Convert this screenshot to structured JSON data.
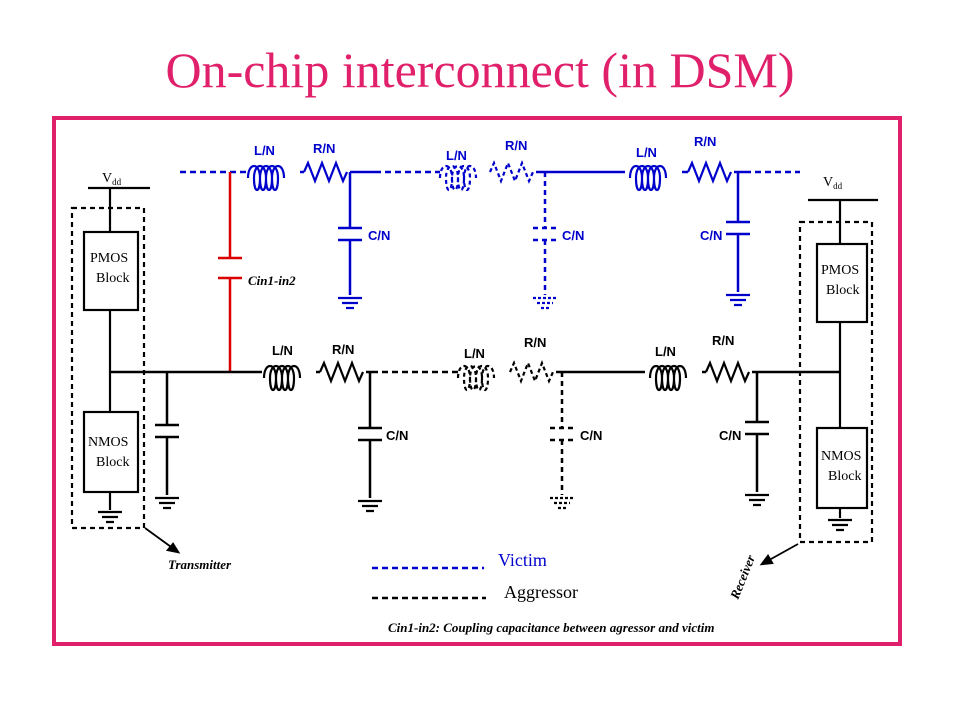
{
  "title": "On-chip interconnect (in DSM)",
  "labels": {
    "vdd_v": "V",
    "vdd_sub": "dd",
    "pmos_line1": "PMOS",
    "pmos_line2": "Block",
    "nmos_line1": "NMOS",
    "nmos_line2": "Block",
    "inductor": "L/N",
    "resistor": "R/N",
    "capacitor": "C/N",
    "coupling": "Cin1-in2",
    "transmitter": "Transmitter",
    "receiver": "Receiver"
  },
  "legend": {
    "victim": "Victim",
    "aggressor": "Aggressor",
    "footnote": "Cin1-in2: Coupling capacitance between agressor and victim"
  },
  "colors": {
    "title": "#e0206a",
    "frame": "#e0206a",
    "victim": "#0000cc",
    "aggressor": "#000000",
    "coupling": "#dd0000"
  }
}
